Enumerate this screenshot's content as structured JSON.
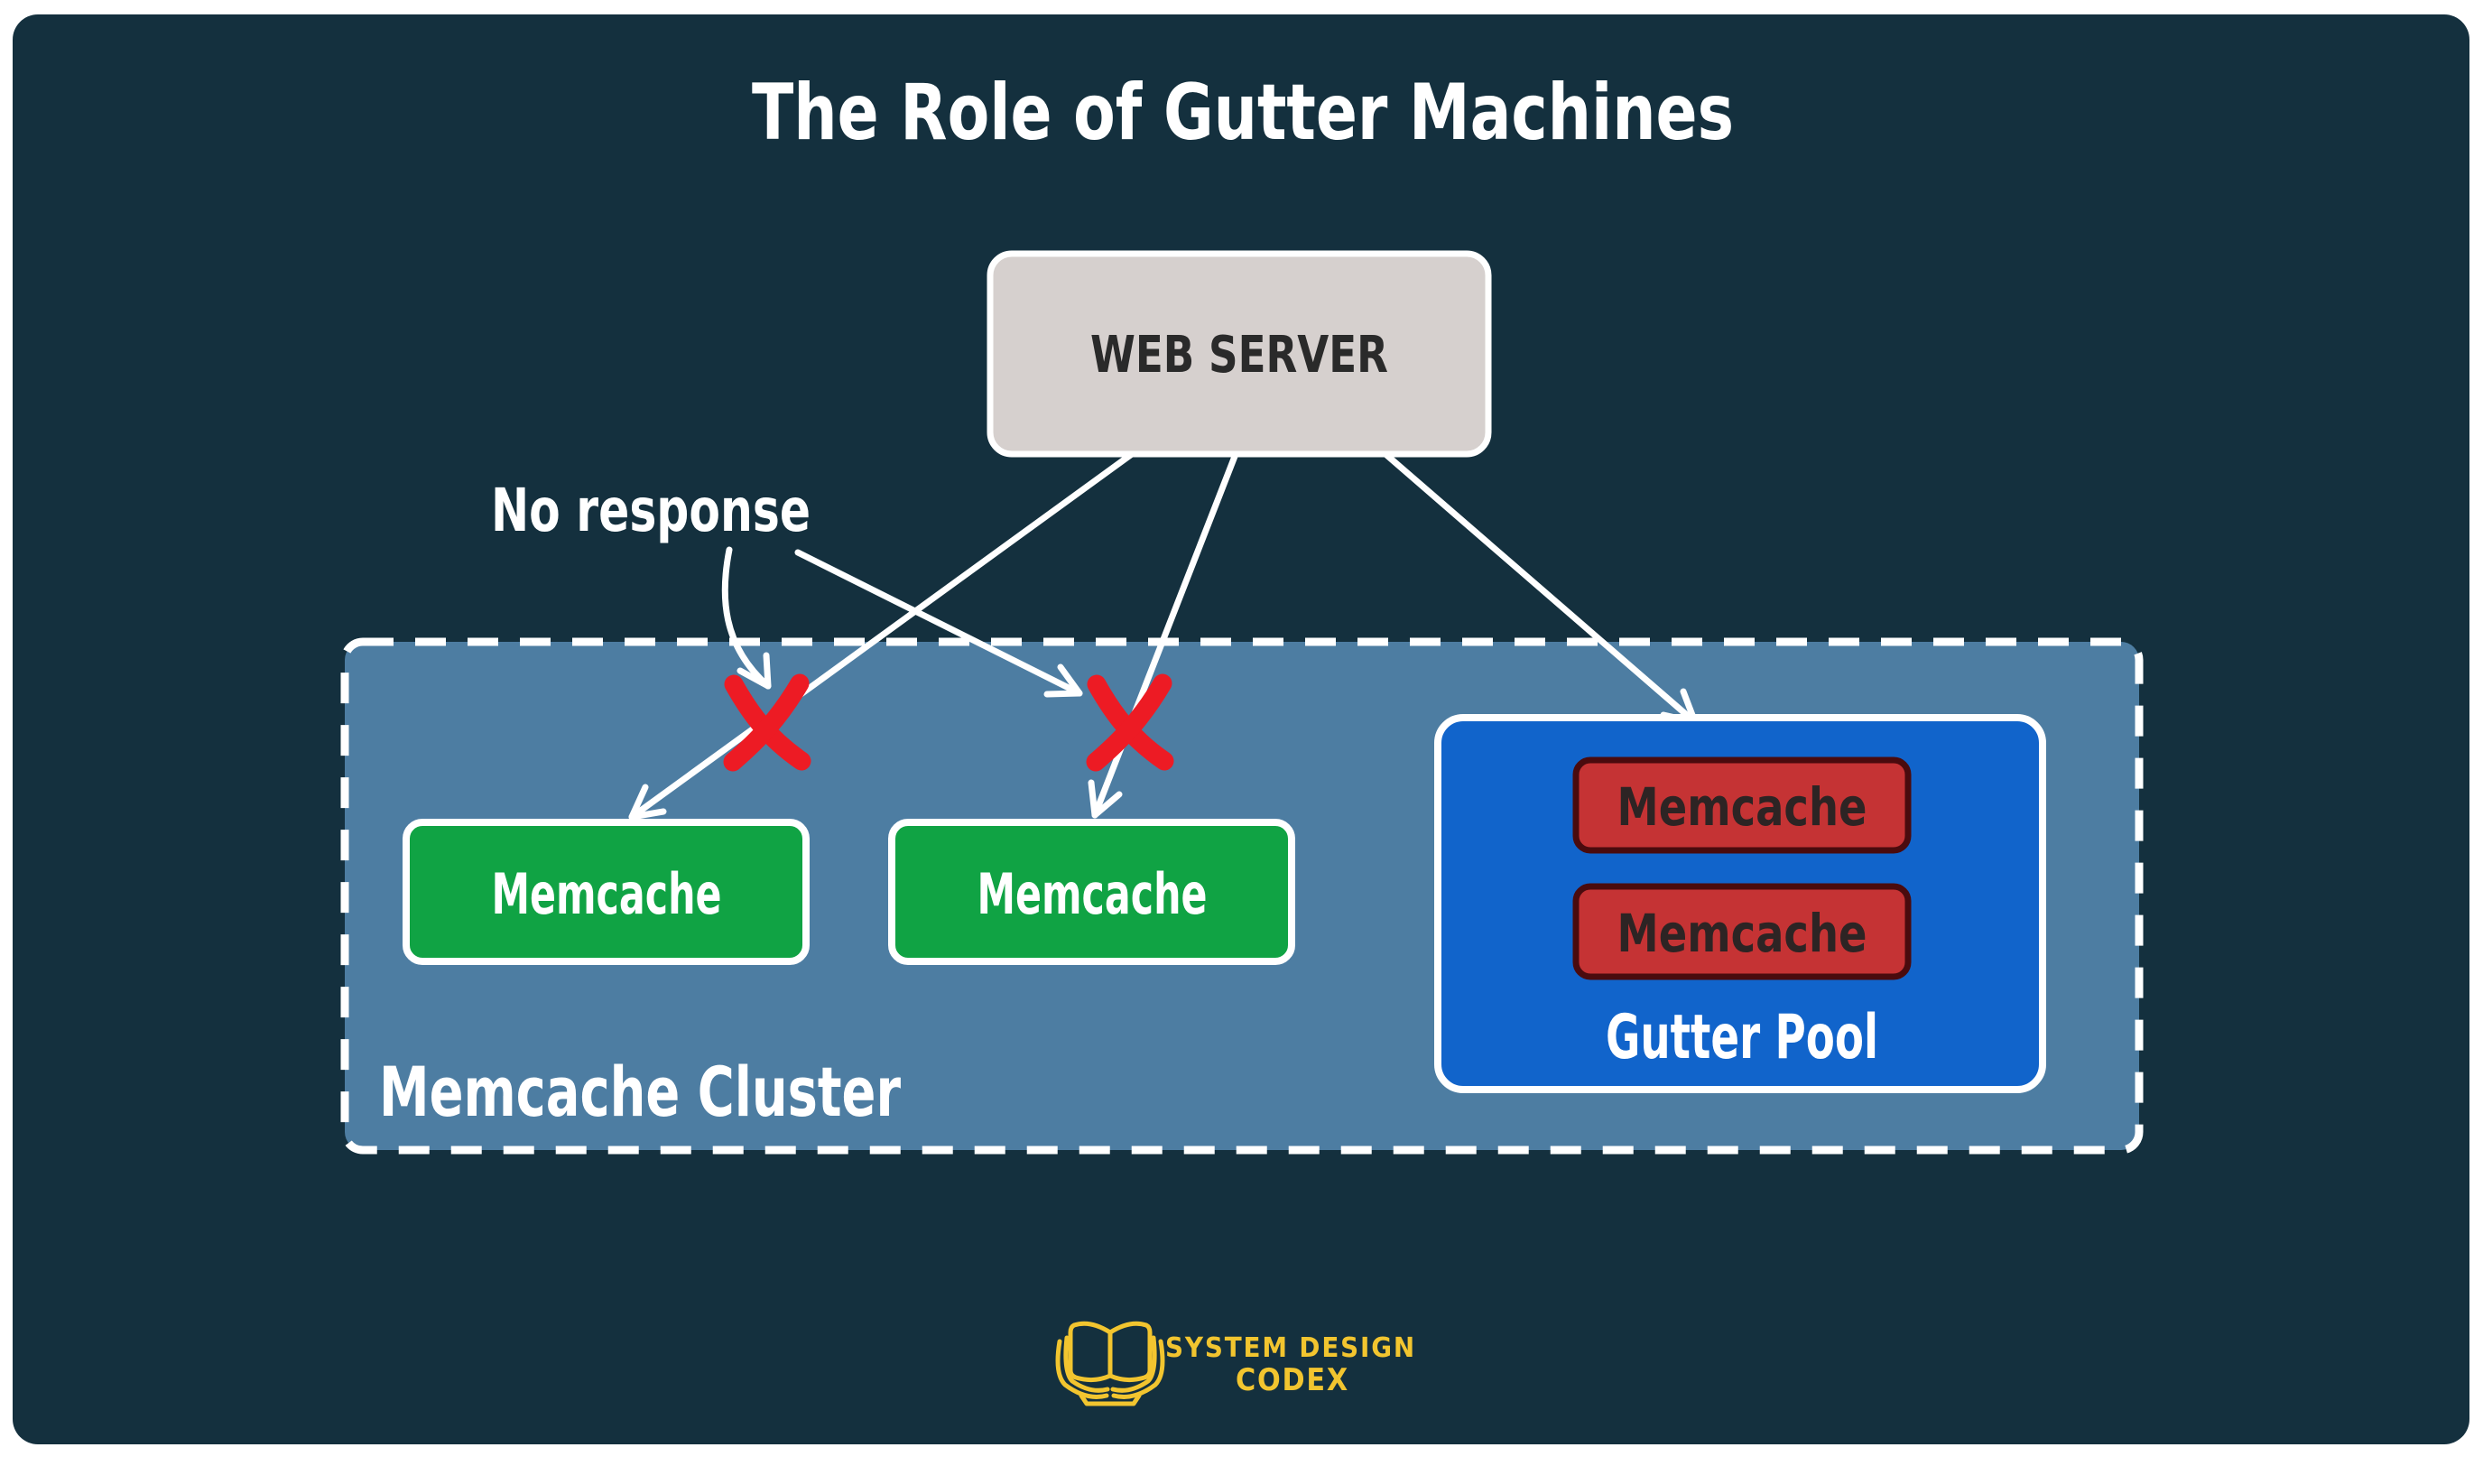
{
  "title": "The Role of Gutter Machines",
  "annotation": {
    "no_response": "No response"
  },
  "nodes": {
    "web_server": {
      "label": "WEB SERVER"
    },
    "memcache_cluster": {
      "label": "Memcache Cluster",
      "members": [
        {
          "label": "Memcache"
        },
        {
          "label": "Memcache"
        }
      ]
    },
    "gutter_pool": {
      "label": "Gutter Pool",
      "members": [
        {
          "label": "Memcache"
        },
        {
          "label": "Memcache"
        }
      ]
    }
  },
  "edges": [
    {
      "from": "web-server",
      "to": "memcache-cluster-member-1",
      "status": "failed-no-response"
    },
    {
      "from": "web-server",
      "to": "memcache-cluster-member-2",
      "status": "failed-no-response"
    },
    {
      "from": "web-server",
      "to": "gutter-pool",
      "status": "ok"
    },
    {
      "from": "no-response-label",
      "to": "failed-edge-1",
      "type": "annotation-pointer"
    },
    {
      "from": "no-response-label",
      "to": "failed-edge-2",
      "type": "annotation-pointer"
    }
  ],
  "branding": {
    "name_line1": "SYSTEM DESIGN",
    "name_line2": "CODEX"
  },
  "colors": {
    "page_background": "#ffffff",
    "panel_background": "#14303e",
    "cluster_fill": "#4d7da2",
    "cluster_border": "#ffffff",
    "server_fill": "#d6d0ce",
    "server_border": "#ffffff",
    "server_text": "#2a2a2a",
    "memcache_green": "#10a344",
    "memcache_green_border": "#ffffff",
    "gutter_blue": "#1164cb",
    "gutter_border": "#ffffff",
    "gutter_node_red": "#c53334",
    "gutter_node_border": "#4a0b0e",
    "gutter_node_text": "#2d2424",
    "failure_x": "#ed1b24",
    "arrow": "#ffffff",
    "text_light": "#ffffff",
    "brand_yellow": "#f2c52f"
  }
}
